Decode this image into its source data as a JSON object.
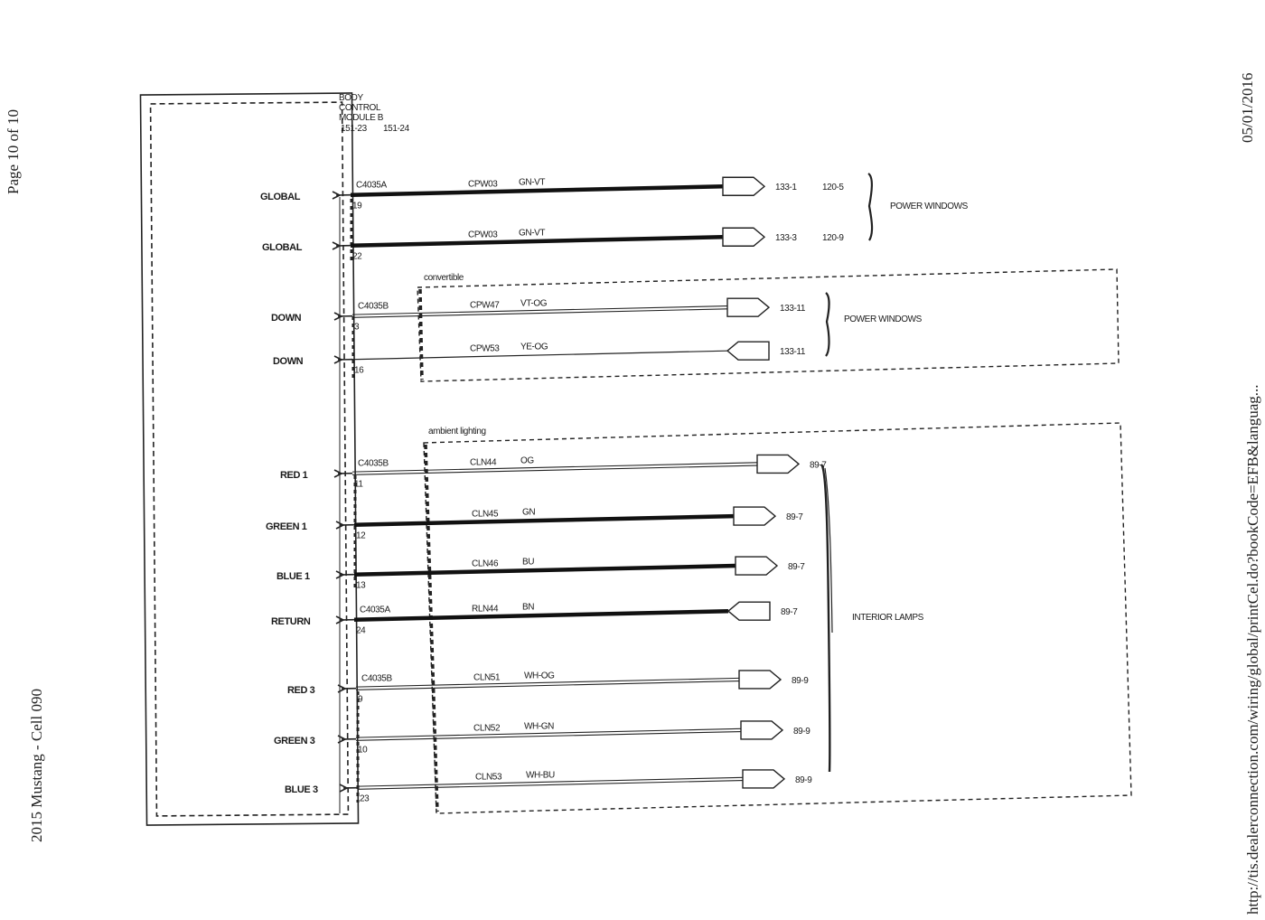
{
  "page": {
    "page_number": "Page 10 of 10",
    "doc_title": "2015 Mustang - Cell 090",
    "date": "05/01/2016",
    "url": "http://tis.dealerconnection.com/wiring/global/printCel.do?bookCode=EFB&languag..."
  },
  "module": {
    "name_lines": [
      "BODY",
      "CONTROL",
      "MODULE B"
    ],
    "refs": [
      "151-23",
      "151-24"
    ]
  },
  "groups": {
    "convertible": "convertible",
    "ambient": "ambient lighting"
  },
  "brackets": {
    "power1": "POWER WINDOWS",
    "power2": "POWER WINDOWS",
    "interior": "INTERIOR LAMPS"
  },
  "wires": [
    {
      "pin_label": "GLOBAL",
      "connector": "C4035A",
      "pin": "19",
      "circuit": "CPW03",
      "color": "GN-VT",
      "dest": "133-1",
      "dest2": "120-5",
      "dir": "out"
    },
    {
      "pin_label": "GLOBAL",
      "connector": "",
      "pin": "22",
      "circuit": "CPW03",
      "color": "GN-VT",
      "dest": "133-3",
      "dest2": "120-9",
      "dir": "out"
    },
    {
      "pin_label": "DOWN",
      "connector": "C4035B",
      "pin": "3",
      "circuit": "CPW47",
      "color": "VT-OG",
      "dest": "133-11",
      "dest2": "",
      "dir": "out"
    },
    {
      "pin_label": "DOWN",
      "connector": "",
      "pin": "16",
      "circuit": "CPW53",
      "color": "YE-OG",
      "dest": "133-11",
      "dest2": "",
      "dir": "in"
    },
    {
      "pin_label": "RED 1",
      "connector": "C4035B",
      "pin": "11",
      "circuit": "CLN44",
      "color": "OG",
      "dest": "89-7",
      "dest2": "",
      "dir": "out"
    },
    {
      "pin_label": "GREEN 1",
      "connector": "",
      "pin": "12",
      "circuit": "CLN45",
      "color": "GN",
      "dest": "89-7",
      "dest2": "",
      "dir": "out"
    },
    {
      "pin_label": "BLUE 1",
      "connector": "",
      "pin": "13",
      "circuit": "CLN46",
      "color": "BU",
      "dest": "89-7",
      "dest2": "",
      "dir": "out"
    },
    {
      "pin_label": "RETURN",
      "connector": "C4035A",
      "pin": "24",
      "circuit": "RLN44",
      "color": "BN",
      "dest": "89-7",
      "dest2": "",
      "dir": "in"
    },
    {
      "pin_label": "RED 3",
      "connector": "C4035B",
      "pin": "9",
      "circuit": "CLN51",
      "color": "WH-OG",
      "dest": "89-9",
      "dest2": "",
      "dir": "out"
    },
    {
      "pin_label": "GREEN 3",
      "connector": "",
      "pin": "10",
      "circuit": "CLN52",
      "color": "WH-GN",
      "dest": "89-9",
      "dest2": "",
      "dir": "out"
    },
    {
      "pin_label": "BLUE 3",
      "connector": "",
      "pin": "23",
      "circuit": "CLN53",
      "color": "WH-BU",
      "dest": "89-9",
      "dest2": "",
      "dir": "out"
    }
  ]
}
